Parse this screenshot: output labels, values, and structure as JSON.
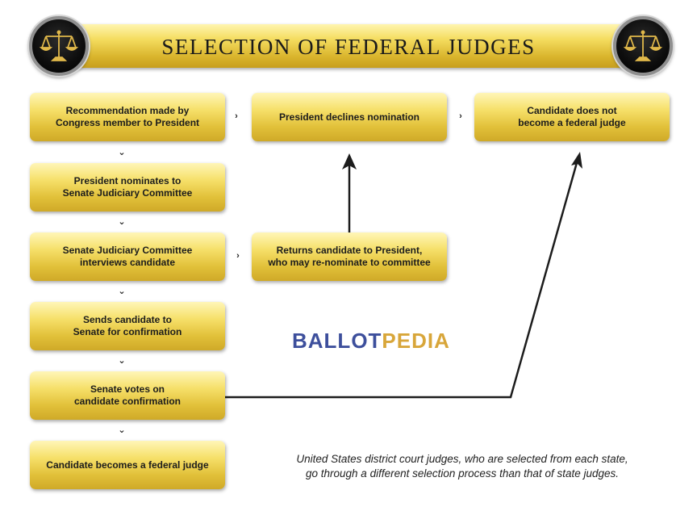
{
  "title": "SELECTION OF FEDERAL JUDGES",
  "icons": {
    "left_seal": "scales-of-justice-icon",
    "right_seal": "scales-of-justice-icon"
  },
  "colors": {
    "gold": "#e2c13a",
    "text": "#1c1c1c",
    "logo_primary": "#3d4f9c",
    "logo_accent": "#d8a63a"
  },
  "nodes": {
    "recommendation": "Recommendation made by\nCongress member to President",
    "nominates": "President nominates to\nSenate Judiciary Committee",
    "interviews": "Senate Judiciary Committee\ninterviews candidate",
    "sends": "Sends candidate to\nSenate for confirmation",
    "votes": "Senate votes on\ncandidate confirmation",
    "becomes_judge": "Candidate becomes a federal judge",
    "declines": "President declines nomination",
    "not_judge": "Candidate does not\nbecome a federal judge",
    "returns": "Returns candidate to President,\nwho may re-nominate to committee"
  },
  "logo": {
    "part1": "BALLOT",
    "part2": "PEDIA"
  },
  "footnote": "United States district court judges, who are selected from each state,\ngo through a different selection process than that of state judges."
}
